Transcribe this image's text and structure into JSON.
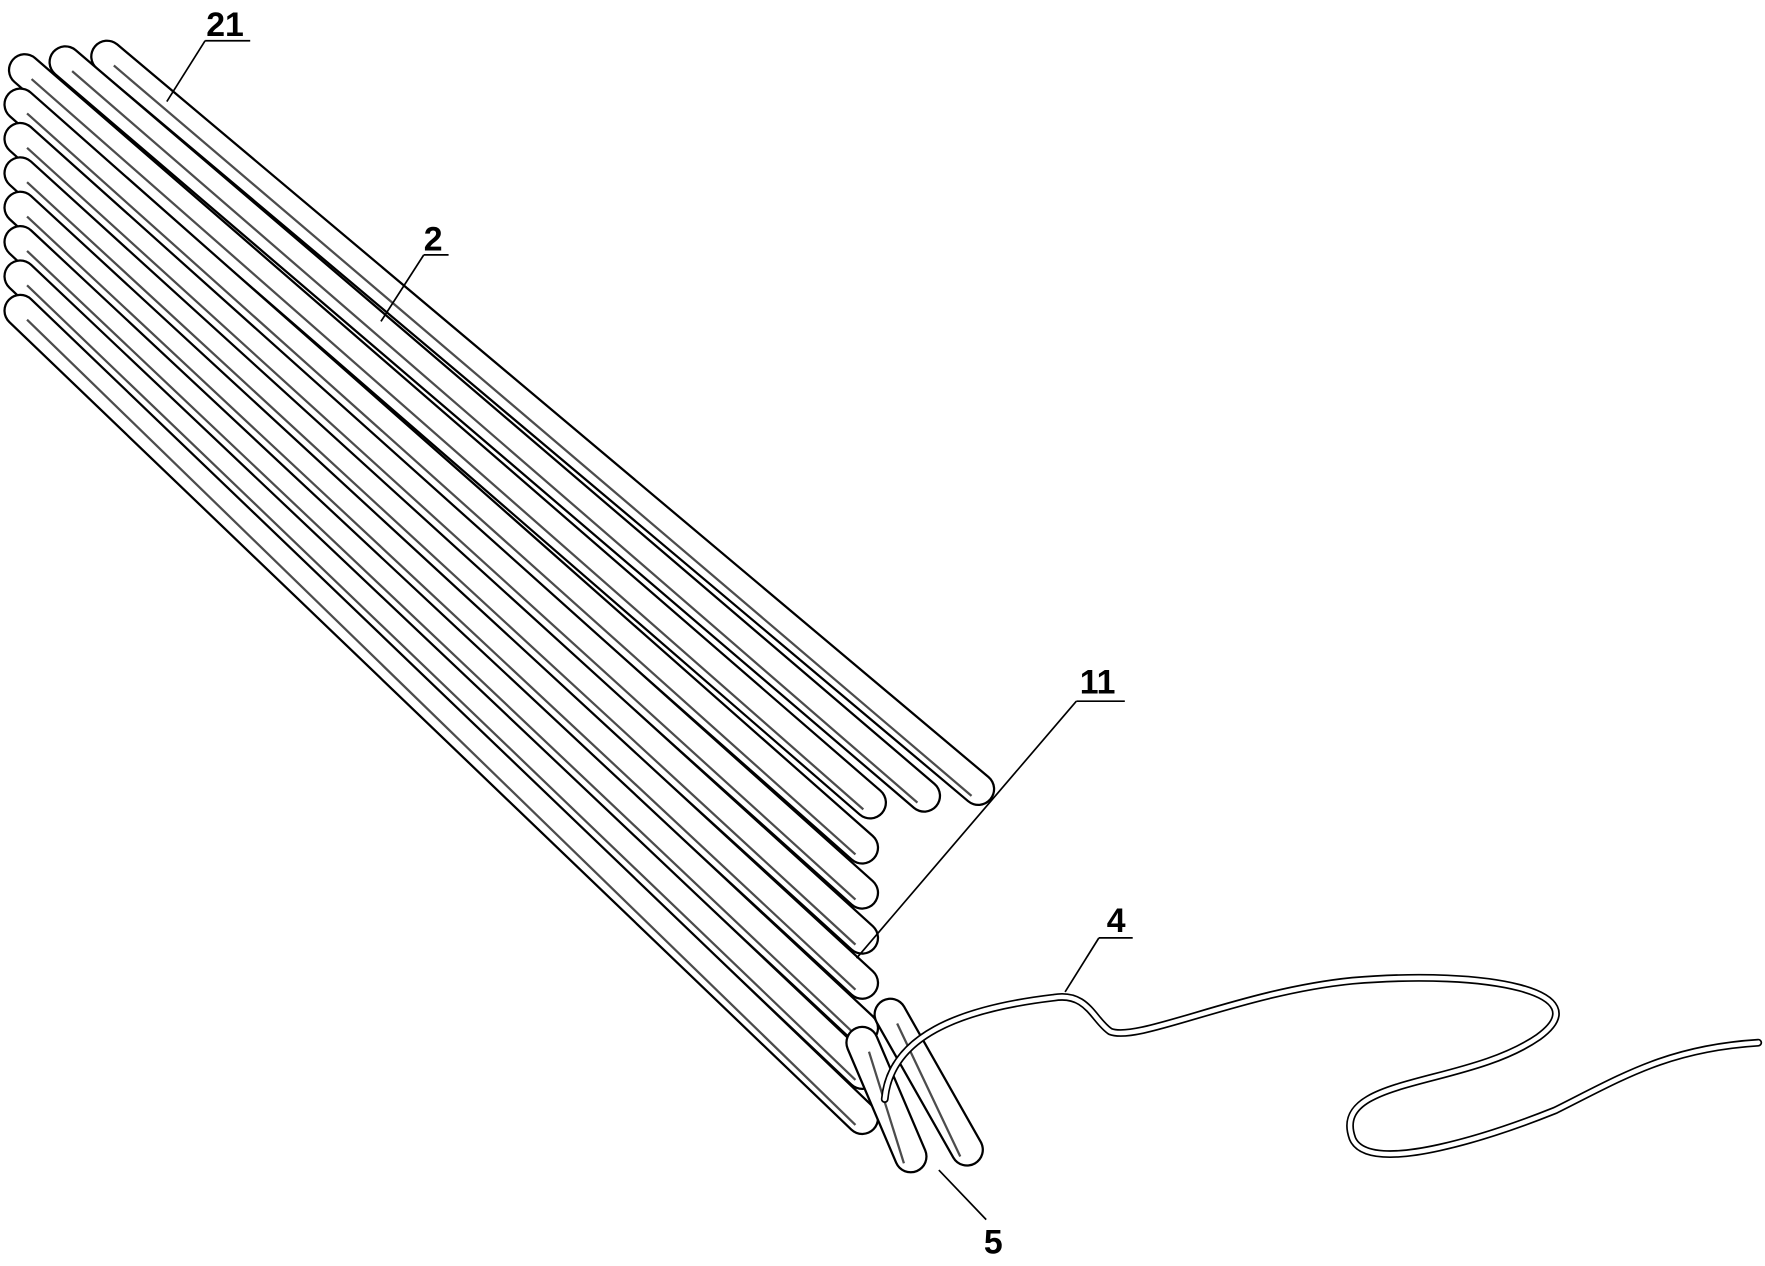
{
  "figure": {
    "labels": {
      "cover": "21",
      "rod": "2",
      "channel": "11",
      "wire": "4",
      "groove": "5"
    }
  }
}
